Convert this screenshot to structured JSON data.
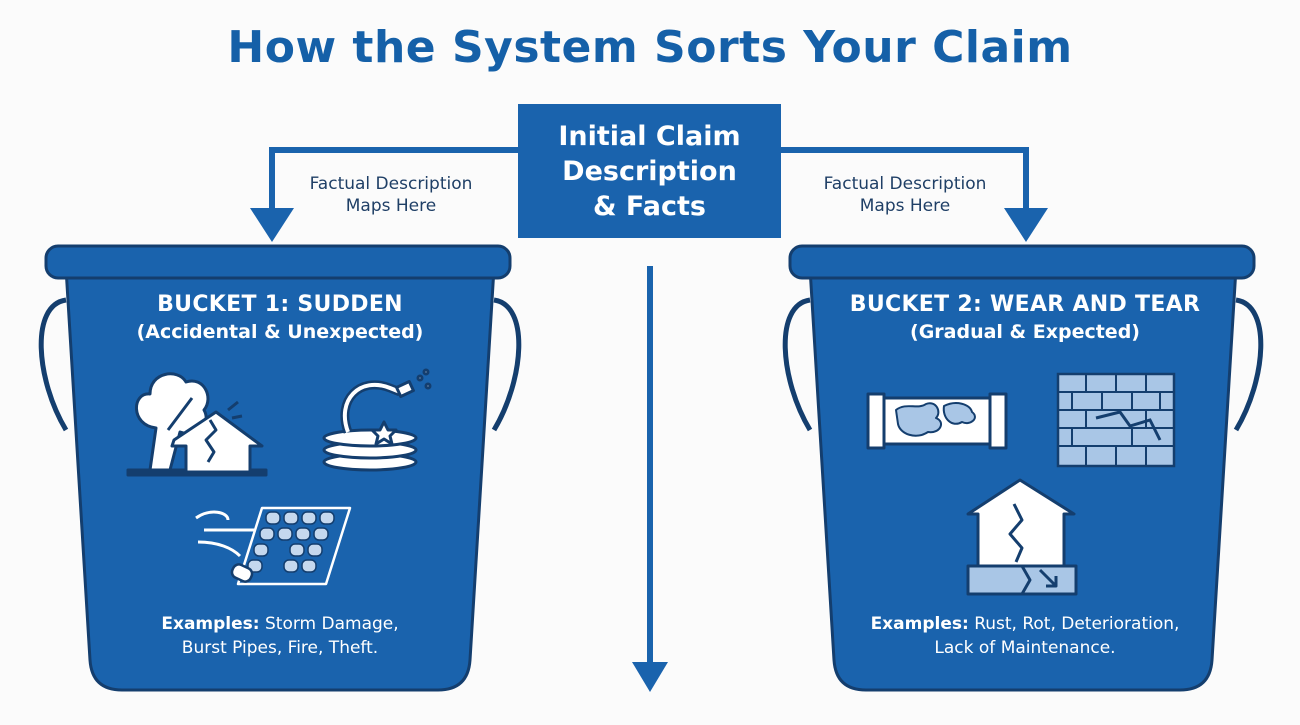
{
  "title": "How the System Sorts Your Claim",
  "center": {
    "lines": [
      "Initial Claim",
      "Description",
      "& Facts"
    ]
  },
  "mapping_label": {
    "line1": "Factual Description",
    "line2": "Maps Here"
  },
  "bucket1": {
    "title": "BUCKET 1: SUDDEN",
    "subtitle": "(Accidental & Unexpected)",
    "examples_label": "Examples:",
    "examples_line1": "Storm Damage,",
    "examples_line2": "Burst Pipes, Fire, Theft."
  },
  "bucket2": {
    "title": "BUCKET 2: WEAR AND TEAR",
    "subtitle": "(Gradual & Expected)",
    "examples_label": "Examples:",
    "examples_line1": "Rust, Rot, Deterioration,",
    "examples_line2": "Lack of Maintenance."
  },
  "colors": {
    "primary": "#1a63ad",
    "dark_outline": "#143e6e",
    "title": "#1560a8",
    "icon_fill": "#c5d8ee"
  },
  "icons": [
    "tree-house-icon",
    "burst-hose-icon",
    "wind-shingles-icon",
    "rusty-pipe-icon",
    "cracked-wall-icon",
    "cracked-foundation-icon"
  ]
}
